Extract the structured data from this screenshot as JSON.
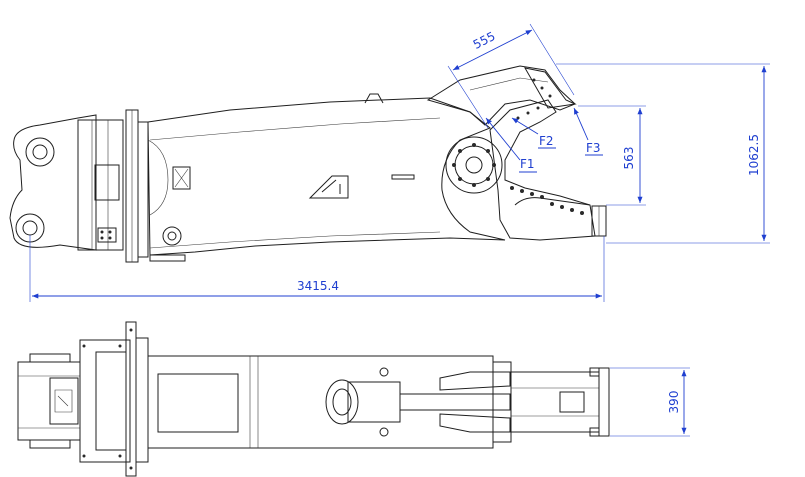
{
  "dimensions": {
    "overall_length": "3415.4",
    "overall_height": "1062.5",
    "jaw_opening": "563",
    "jaw_depth": "555",
    "jaw_width": "390"
  },
  "force_points": {
    "f1": "F1",
    "f2": "F2",
    "f3": "F3"
  },
  "colors": {
    "dimension": "#1f3fd0",
    "outline": "#1f1f1f"
  }
}
